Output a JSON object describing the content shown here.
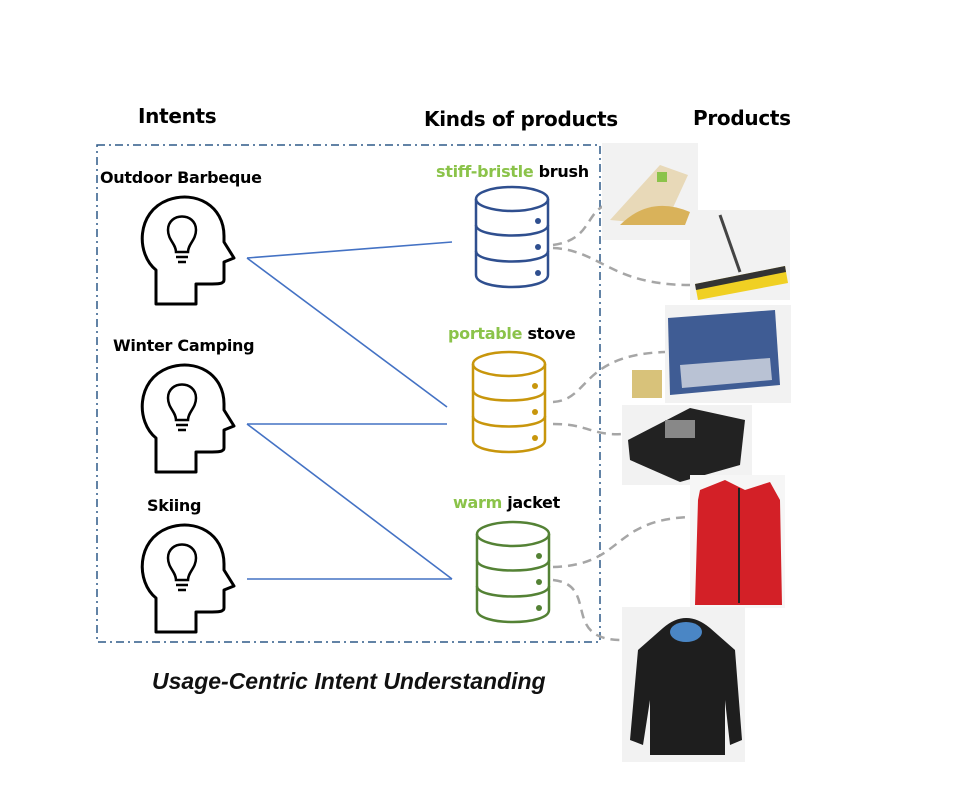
{
  "headers": {
    "intents": "Intents",
    "kinds": "Kinds of products",
    "products": "Products"
  },
  "intents": [
    {
      "label": "Outdoor Barbeque",
      "icon": "head-lightbulb-icon"
    },
    {
      "label": "Winter Camping",
      "icon": "head-lightbulb-icon"
    },
    {
      "label": "Skiing",
      "icon": "head-lightbulb-icon"
    }
  ],
  "kinds": [
    {
      "modifier": "stiff-bristle",
      "noun": "brush",
      "color": "#2f4f8f",
      "icon": "database-icon"
    },
    {
      "modifier": "portable",
      "noun": "stove",
      "color": "#c8960c",
      "icon": "database-icon"
    },
    {
      "modifier": "warm",
      "noun": "jacket",
      "color": "#548235",
      "icon": "database-icon"
    }
  ],
  "products": [
    {
      "name": "scrub-brush",
      "kind": "brush"
    },
    {
      "name": "push-broom",
      "kind": "brush"
    },
    {
      "name": "camp-stove-case",
      "kind": "stove"
    },
    {
      "name": "butane-stove",
      "kind": "stove"
    },
    {
      "name": "red-vest",
      "kind": "jacket"
    },
    {
      "name": "black-hooded-jacket",
      "kind": "jacket"
    }
  ],
  "links": [
    {
      "intent": "Outdoor Barbeque",
      "kind": "brush"
    },
    {
      "intent": "Outdoor Barbeque",
      "kind": "stove"
    },
    {
      "intent": "Winter Camping",
      "kind": "stove"
    },
    {
      "intent": "Winter Camping",
      "kind": "jacket"
    },
    {
      "intent": "Skiing",
      "kind": "jacket"
    }
  ],
  "colors": {
    "accent_green": "#8bc34a",
    "link_blue": "#4472c4",
    "frame": "#2e5a88",
    "dashed_gray": "#a6a6a6"
  },
  "caption": "Usage-Centric Intent Understanding"
}
